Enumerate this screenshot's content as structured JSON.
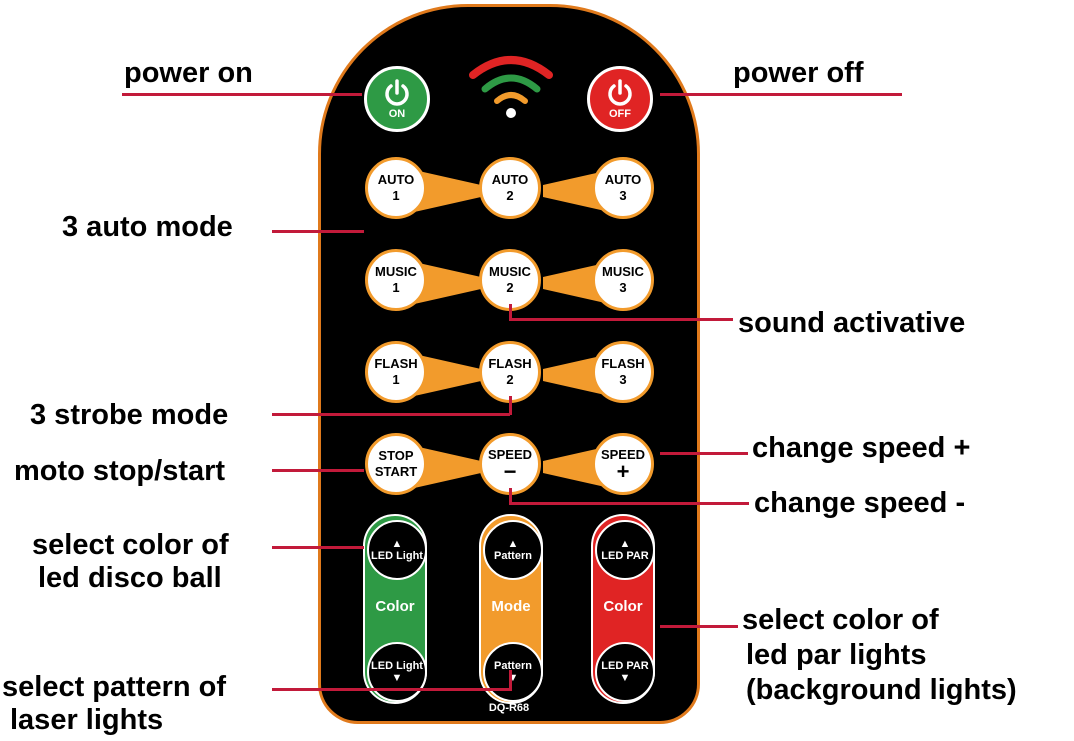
{
  "labels": {
    "power_on": "power on",
    "power_off": "power off",
    "auto_mode": "3 auto mode",
    "sound": "sound activative",
    "strobe": "3 strobe mode",
    "moto": "moto stop/start",
    "speed_plus": "change speed +",
    "speed_minus": "change speed -",
    "disco_1": "select color of",
    "disco_2": "led disco ball",
    "par_1": "select color of",
    "par_2": "led par lights",
    "par_3": "(background lights)",
    "laser_1": "select pattern of",
    "laser_2": "laser lights"
  },
  "remote": {
    "on_label": "ON",
    "off_label": "OFF",
    "auto": [
      "AUTO",
      "1",
      "AUTO",
      "2",
      "AUTO",
      "3"
    ],
    "music": [
      "MUSIC",
      "1",
      "MUSIC",
      "2",
      "MUSIC",
      "3"
    ],
    "flash": [
      "FLASH",
      "1",
      "FLASH",
      "2",
      "FLASH",
      "3"
    ],
    "stop": "STOP",
    "start": "START",
    "speed": "SPEED",
    "minus": "−",
    "plus": "+",
    "led_light": "LED Light",
    "color": "Color",
    "pattern": "Pattern",
    "mode": "Mode",
    "led_par": "LED PAR",
    "model": "DQ-R68"
  },
  "colors": {
    "accent_orange": "#f29b2c",
    "line_red": "#c21a3a",
    "on_green": "#2e9a45",
    "off_red": "#e02424"
  }
}
